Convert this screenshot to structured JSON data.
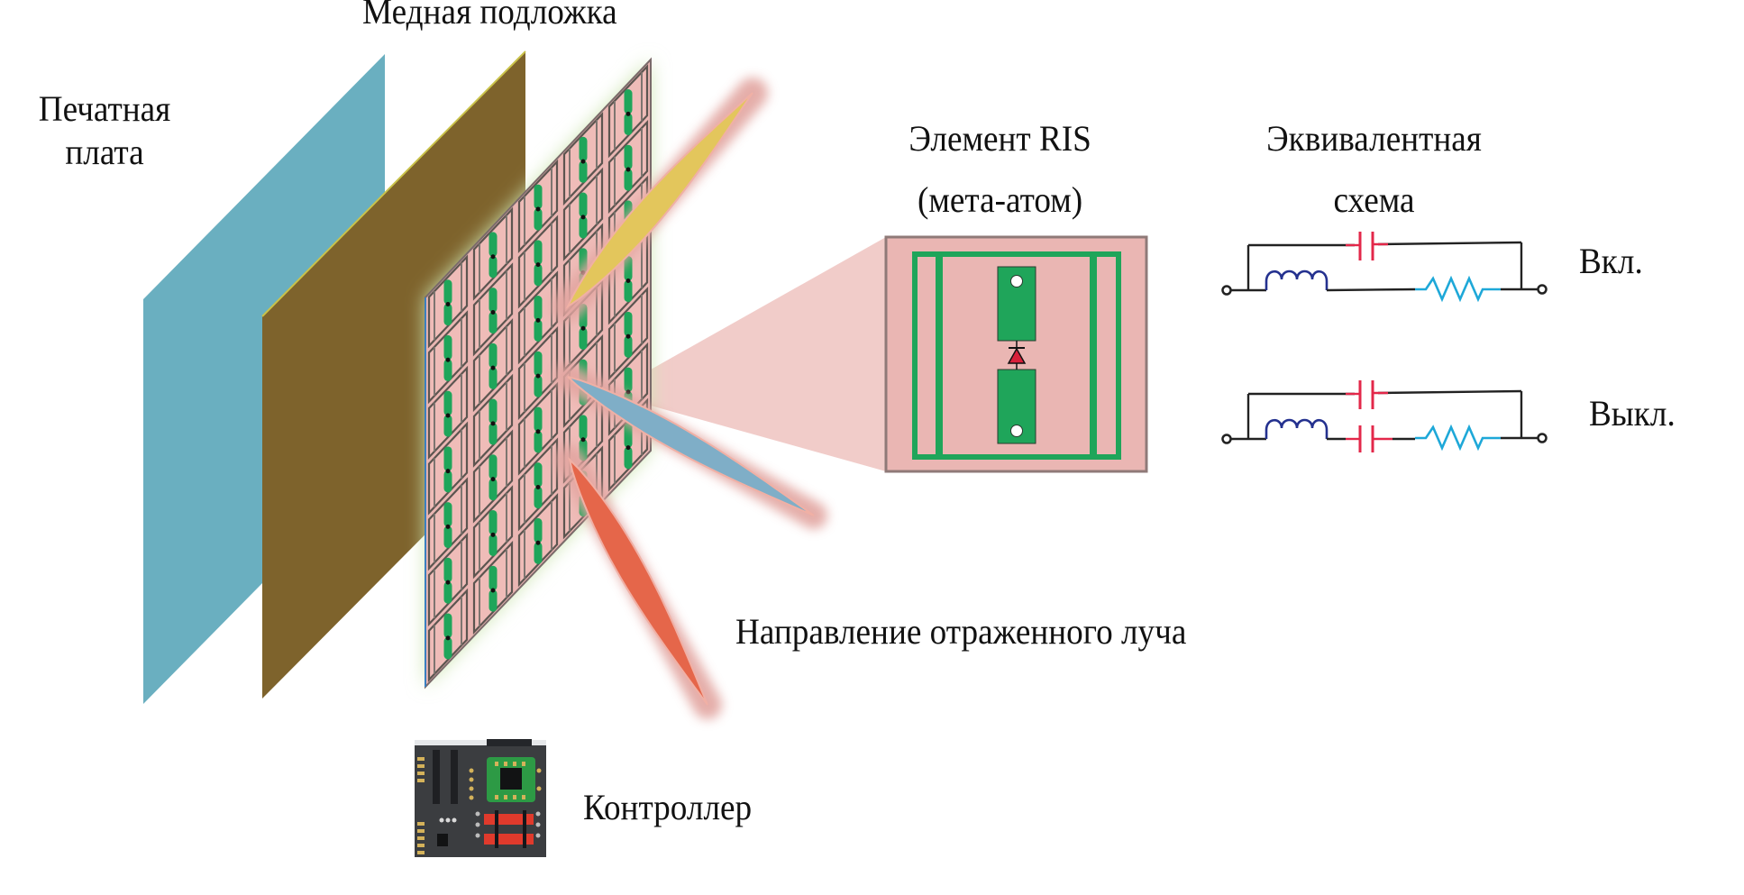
{
  "labels": {
    "pcb": [
      "Печатная",
      "плата"
    ],
    "copper": "Медная подложка",
    "ris_element": [
      "Элемент RIS",
      "(мета-атом)"
    ],
    "equivalent": [
      "Эквивалентная",
      "схема"
    ],
    "on": "Вкл.",
    "off": "Выкл.",
    "beam_direction": "Направление отраженного луча",
    "controller": "Контроллер"
  },
  "colors": {
    "pcb_plane": "#6aafc0",
    "copper_plane": "#7e632c",
    "metasurface": "#eab6b3",
    "patch_green": "#1fa55a",
    "beam_yellow": "#e3c65c",
    "beam_blue": "#7faec7",
    "beam_red": "#e5664a",
    "zoom_cone": "#eec3bf",
    "capacitor": "#e3284a",
    "inductor": "#24318f",
    "resistor": "#1ea8d8",
    "wire": "#222222",
    "diode": "#d8203a",
    "controller_board": "#3b3d40",
    "controller_chip_pad": "#2d9a45",
    "controller_red": "#e03a2c"
  },
  "metasurface": {
    "columns": 5,
    "rows": 7
  },
  "circuits": [
    {
      "state": "on",
      "series_capacitor": false
    },
    {
      "state": "off",
      "series_capacitor": true
    }
  ]
}
